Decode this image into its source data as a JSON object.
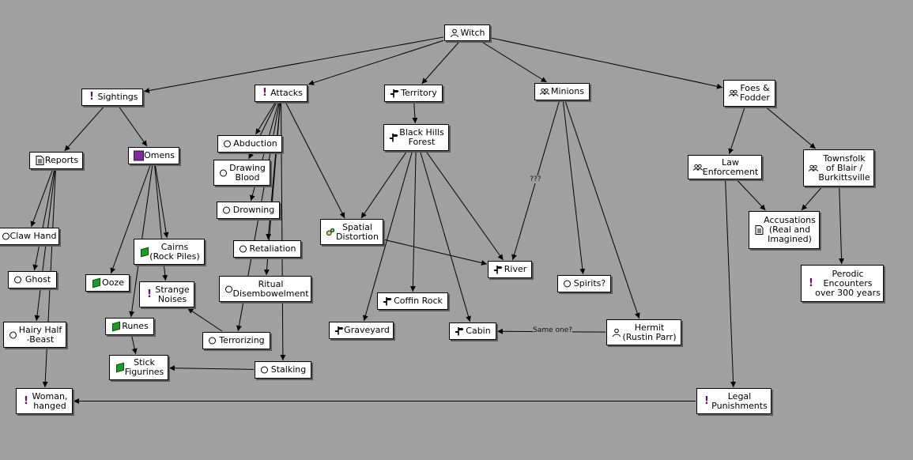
{
  "nodes": [
    {
      "id": "witch",
      "name": "witch-node",
      "label": "Witch",
      "icon": "person"
    },
    {
      "id": "sightings",
      "name": "sightings-node",
      "label": "Sightings",
      "icon": "exclamation"
    },
    {
      "id": "attacks",
      "name": "attacks-node",
      "label": "Attacks",
      "icon": "exclamation"
    },
    {
      "id": "territory",
      "name": "territory-node",
      "label": "Territory",
      "icon": "signpost"
    },
    {
      "id": "minions",
      "name": "minions-node",
      "label": "Minions",
      "icon": "group"
    },
    {
      "id": "foes",
      "name": "foes-fodder-node",
      "label": "Foes &\nFodder",
      "icon": "group"
    },
    {
      "id": "reports",
      "name": "reports-node",
      "label": "Reports",
      "icon": "document"
    },
    {
      "id": "omens",
      "name": "omens-node",
      "label": "Omens",
      "icon": "book"
    },
    {
      "id": "abduction",
      "name": "abduction-node",
      "label": "Abduction",
      "icon": "circle"
    },
    {
      "id": "drawing_blood",
      "name": "drawing-blood-node",
      "label": "Drawing\nBlood",
      "icon": "circle"
    },
    {
      "id": "drowning",
      "name": "drowning-node",
      "label": "Drowning",
      "icon": "circle"
    },
    {
      "id": "black_hills",
      "name": "black-hills-forest-node",
      "label": "Black Hills\nForest",
      "icon": "signpost"
    },
    {
      "id": "law",
      "name": "law-enforcement-node",
      "label": "Law\nEnforcement",
      "icon": "group"
    },
    {
      "id": "townsfolk",
      "name": "townsfolk-node",
      "label": "Townsfolk\nof Blair /\nBurkittsville",
      "icon": "group"
    },
    {
      "id": "claw_hand",
      "name": "claw-hand-node",
      "label": "Claw Hand",
      "icon": "circle"
    },
    {
      "id": "spatial",
      "name": "spatial-distortion-node",
      "label": "Spatial\nDistortion",
      "icon": "gears"
    },
    {
      "id": "accusations",
      "name": "accusations-node",
      "label": "Accusations\n(Real and\nImagined)",
      "icon": "document"
    },
    {
      "id": "cairns",
      "name": "cairns-node",
      "label": "Cairns\n(Rock Piles)",
      "icon": "cube"
    },
    {
      "id": "retaliation",
      "name": "retaliation-node",
      "label": "Retaliation",
      "icon": "circle"
    },
    {
      "id": "river",
      "name": "river-node",
      "label": "River",
      "icon": "signpost"
    },
    {
      "id": "ghost",
      "name": "ghost-node",
      "label": "Ghost",
      "icon": "circle"
    },
    {
      "id": "ooze",
      "name": "ooze-node",
      "label": "Ooze",
      "icon": "cube"
    },
    {
      "id": "ritual",
      "name": "ritual-disembowelment-node",
      "label": "Ritual\nDisembowelment",
      "icon": "circle"
    },
    {
      "id": "spirits",
      "name": "spirits-node",
      "label": "Spirits?",
      "icon": "circle"
    },
    {
      "id": "perodic",
      "name": "perodic-encounters-node",
      "label": "Perodic\nEncounters\nover 300 years",
      "icon": "exclamation"
    },
    {
      "id": "strange_noises",
      "name": "strange-noises-node",
      "label": "Strange\nNoises",
      "icon": "exclamation"
    },
    {
      "id": "coffin_rock",
      "name": "coffin-rock-node",
      "label": "Coffin Rock",
      "icon": "signpost"
    },
    {
      "id": "runes",
      "name": "runes-node",
      "label": "Runes",
      "icon": "cube"
    },
    {
      "id": "graveyard",
      "name": "graveyard-node",
      "label": "Graveyard",
      "icon": "signpost"
    },
    {
      "id": "cabin",
      "name": "cabin-node",
      "label": "Cabin",
      "icon": "signpost"
    },
    {
      "id": "hermit",
      "name": "hermit-node",
      "label": "Hermit\n(Rustin Parr)",
      "icon": "person"
    },
    {
      "id": "hairy",
      "name": "hairy-half-beast-node",
      "label": "Hairy Half\n-Beast",
      "icon": "circle"
    },
    {
      "id": "terrorizing",
      "name": "terrorizing-node",
      "label": "Terrorizing",
      "icon": "circle"
    },
    {
      "id": "stick",
      "name": "stick-figurines-node",
      "label": "Stick\nFigurines",
      "icon": "cube"
    },
    {
      "id": "stalking",
      "name": "stalking-node",
      "label": "Stalking",
      "icon": "circle"
    },
    {
      "id": "woman",
      "name": "woman-hanged-node",
      "label": "Woman,\nhanged",
      "icon": "exclamation"
    },
    {
      "id": "legal",
      "name": "legal-punishments-node",
      "label": "Legal\nPunishments",
      "icon": "exclamation"
    }
  ],
  "edges": [
    {
      "from": "witch",
      "to": "sightings"
    },
    {
      "from": "witch",
      "to": "attacks"
    },
    {
      "from": "witch",
      "to": "territory"
    },
    {
      "from": "witch",
      "to": "minions"
    },
    {
      "from": "witch",
      "to": "foes"
    },
    {
      "from": "sightings",
      "to": "reports"
    },
    {
      "from": "sightings",
      "to": "omens"
    },
    {
      "from": "attacks",
      "to": "abduction"
    },
    {
      "from": "attacks",
      "to": "drawing_blood"
    },
    {
      "from": "attacks",
      "to": "drowning"
    },
    {
      "from": "attacks",
      "to": "retaliation"
    },
    {
      "from": "attacks",
      "to": "ritual"
    },
    {
      "from": "attacks",
      "to": "terrorizing"
    },
    {
      "from": "attacks",
      "to": "stalking"
    },
    {
      "from": "attacks",
      "to": "spatial"
    },
    {
      "from": "territory",
      "to": "black_hills"
    },
    {
      "from": "black_hills",
      "to": "spatial"
    },
    {
      "from": "black_hills",
      "to": "river"
    },
    {
      "from": "black_hills",
      "to": "coffin_rock"
    },
    {
      "from": "black_hills",
      "to": "graveyard"
    },
    {
      "from": "black_hills",
      "to": "cabin"
    },
    {
      "from": "spatial",
      "to": "river"
    },
    {
      "from": "minions",
      "to": "river",
      "label": "???"
    },
    {
      "from": "minions",
      "to": "spirits"
    },
    {
      "from": "minions",
      "to": "hermit"
    },
    {
      "from": "hermit",
      "to": "cabin",
      "label": "Same one?"
    },
    {
      "from": "foes",
      "to": "law"
    },
    {
      "from": "foes",
      "to": "townsfolk"
    },
    {
      "from": "law",
      "to": "accusations"
    },
    {
      "from": "townsfolk",
      "to": "accusations"
    },
    {
      "from": "townsfolk",
      "to": "perodic"
    },
    {
      "from": "law",
      "to": "legal"
    },
    {
      "from": "legal",
      "to": "woman"
    },
    {
      "from": "reports",
      "to": "claw_hand"
    },
    {
      "from": "reports",
      "to": "ghost"
    },
    {
      "from": "reports",
      "to": "hairy"
    },
    {
      "from": "reports",
      "to": "woman"
    },
    {
      "from": "omens",
      "to": "ooze"
    },
    {
      "from": "omens",
      "to": "cairns"
    },
    {
      "from": "omens",
      "to": "strange_noises"
    },
    {
      "from": "omens",
      "to": "runes"
    },
    {
      "from": "runes",
      "to": "stick"
    },
    {
      "from": "stalking",
      "to": "stick"
    },
    {
      "from": "terrorizing",
      "to": "strange_noises"
    }
  ]
}
